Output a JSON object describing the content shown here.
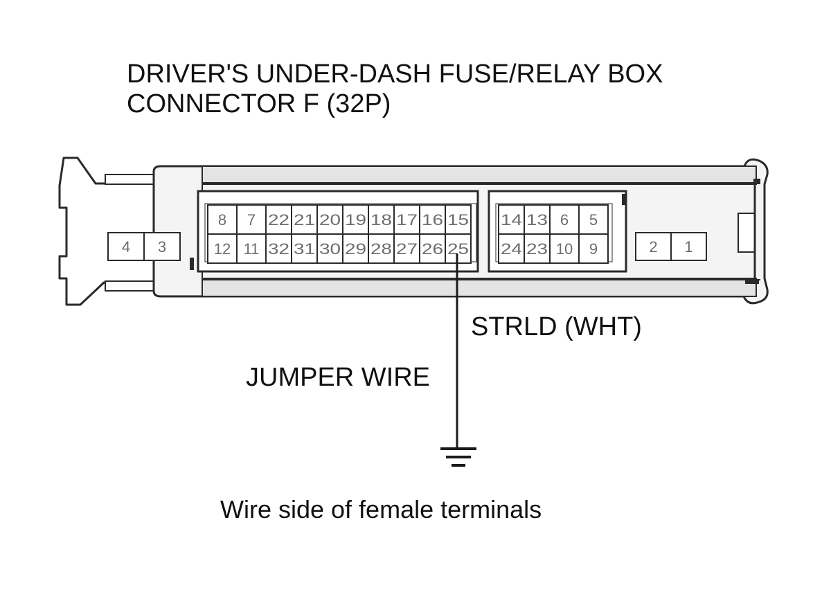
{
  "diagram": {
    "title_line1": "DRIVER'S UNDER-DASH FUSE/RELAY BOX",
    "title_line2": "CONNECTOR F (32P)",
    "wire_label": "STRLD (WHT)",
    "jumper_label": "JUMPER WIRE",
    "caption": "Wire side of female terminals",
    "highlighted_terminal": "25",
    "colors": {
      "line": "#2a2a2a",
      "pin_text": "#6d6d6d",
      "housing_fill": "#f4f4f4",
      "rail_fill": "#e4e4e4"
    },
    "pin_groups": [
      {
        "name": "left",
        "top": [
          "4",
          "3"
        ],
        "bottom": []
      },
      {
        "name": "main-wide",
        "top": [
          "8",
          "7"
        ],
        "bottom": [
          "12",
          "11"
        ]
      },
      {
        "name": "main-narrow",
        "top": [
          "22",
          "21",
          "20",
          "19",
          "18",
          "17",
          "16",
          "15"
        ],
        "bottom": [
          "32",
          "31",
          "30",
          "29",
          "28",
          "27",
          "26",
          "25"
        ]
      },
      {
        "name": "right-narrow",
        "top": [
          "14",
          "13"
        ],
        "bottom": [
          "24",
          "23"
        ]
      },
      {
        "name": "right-wide",
        "top": [
          "6",
          "5"
        ],
        "bottom": [
          "10",
          "9"
        ]
      },
      {
        "name": "far-right",
        "top": [
          "2",
          "1"
        ],
        "bottom": []
      }
    ],
    "ground_symbol": "ground-icon"
  }
}
